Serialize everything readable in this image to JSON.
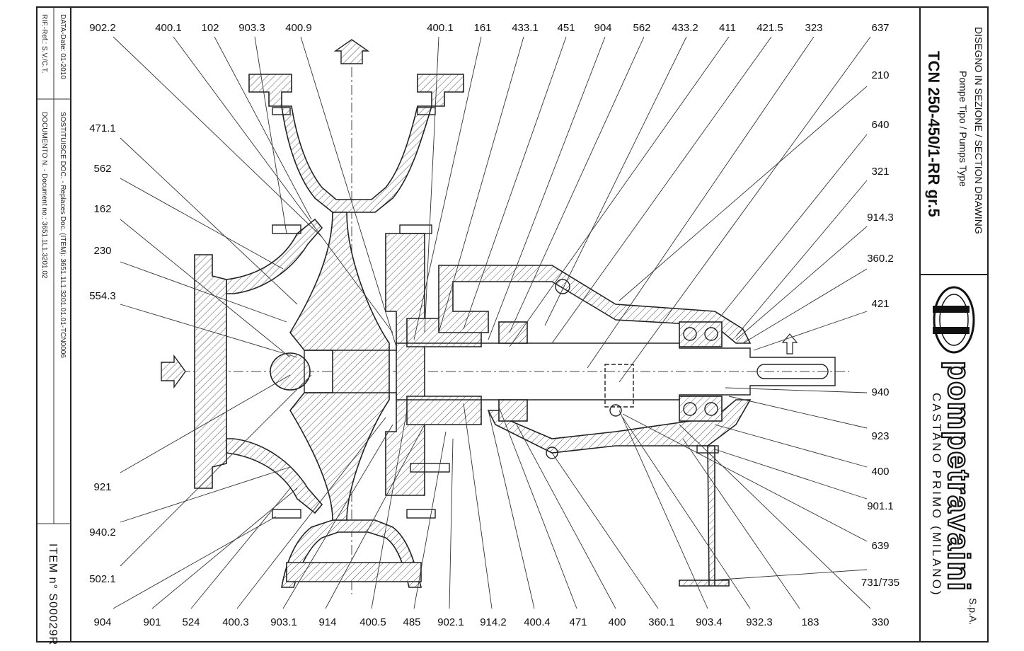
{
  "side_strip": {
    "ref": "RIF.-Ref.:   S.V./C.T.",
    "date": "DATA-Date: 01-2010",
    "document": "DOCUMENTO  N. - Document no.:  3651.1L1.3201.02",
    "replaces": "SOSTITUISCE DOC. - Replaces Doc. (ITEM): 3651.1L1.3201.01.01-TCN0006",
    "item": "ITEM  n° S00029R"
  },
  "title_block": {
    "line1": "DISEGNO IN SEZIONE / SECTION DRAWING",
    "line2": "Pompe Tipo / Pumps Type",
    "model": "TCN 250-450/1-RR gr.5",
    "brand": "pompetravaini",
    "brand_suffix": "S.p.A.",
    "location": "CASTANO PRIMO   (MILANO)"
  },
  "labels": {
    "top": [
      "902.2",
      "400.1",
      "102",
      "903.3",
      "400.9",
      "400.1",
      "161",
      "433.1",
      "451",
      "904",
      "562",
      "433.2",
      "411",
      "421.5",
      "323",
      "637"
    ],
    "left": [
      "471.1",
      "562",
      "162",
      "230",
      "554.3",
      "921",
      "940.2",
      "502.1"
    ],
    "right": [
      "210",
      "640",
      "321",
      "914.3",
      "360.2",
      "421",
      "940",
      "923",
      "400",
      "901.1",
      "639",
      "731/735"
    ],
    "bottom": [
      "904",
      "901",
      "524",
      "400.3",
      "903.1",
      "914",
      "400.5",
      "485",
      "902.1",
      "914.2",
      "400.4",
      "471",
      "400",
      "360.1",
      "903.4",
      "932.3",
      "183",
      "330"
    ]
  }
}
